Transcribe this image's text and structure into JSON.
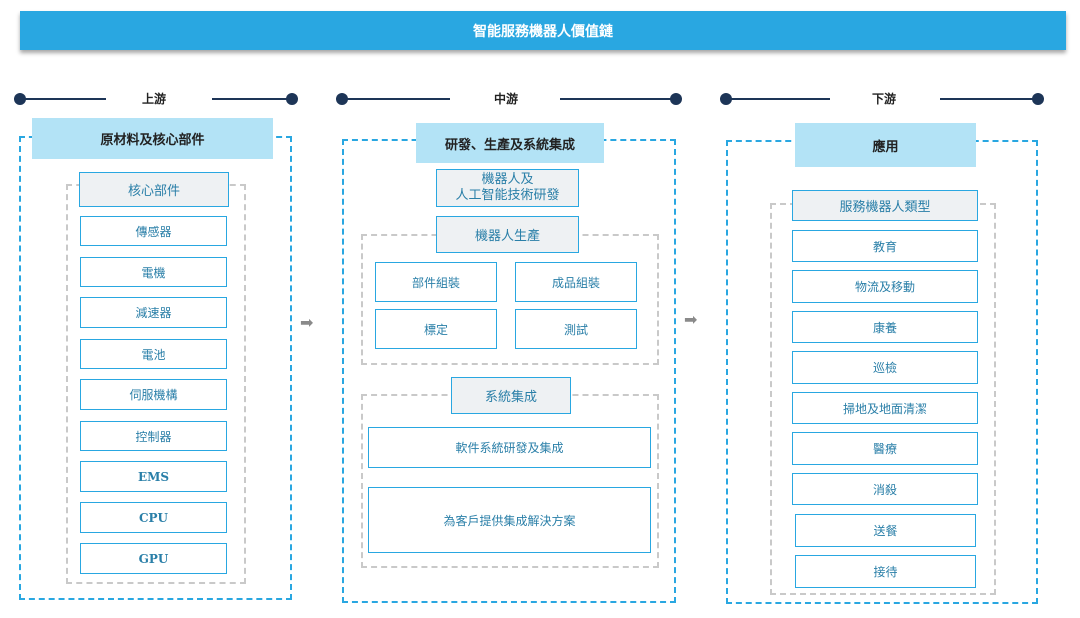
{
  "title": "智能服務機器人價值鏈",
  "stages": {
    "upstream": "上游",
    "midstream": "中游",
    "downstream": "下游"
  },
  "upstream": {
    "header": "原材料及核心部件",
    "sub_header": "核心部件",
    "items": [
      "傳感器",
      "電機",
      "減速器",
      "電池",
      "伺服機構",
      "控制器",
      "EMS",
      "CPU",
      "GPU"
    ]
  },
  "midstream": {
    "header": "研發、生產及系統集成",
    "rd_box": [
      "機器人及",
      "人工智能技術研發"
    ],
    "production": {
      "header": "機器人生產",
      "items": [
        "部件組裝",
        "成品組裝",
        "標定",
        "測試"
      ]
    },
    "integration": {
      "header": "系統集成",
      "items": [
        "軟件系統研發及集成",
        "為客戶提供集成解決方案"
      ]
    }
  },
  "downstream": {
    "header": "應用",
    "sub_header": "服務機器人類型",
    "items": [
      "教育",
      "物流及移動",
      "康養",
      "巡檢",
      "掃地及地面清潔",
      "醫療",
      "消殺",
      "送餐",
      "接待"
    ]
  },
  "colors": {
    "banner": "#29a7e1",
    "header_fill": "#b3e3f6",
    "border": "#29a7e1",
    "timeline": "#1d3557",
    "text": "#2a7fa8"
  },
  "icons": {
    "flow_arrow": "right-arrow-icon"
  }
}
